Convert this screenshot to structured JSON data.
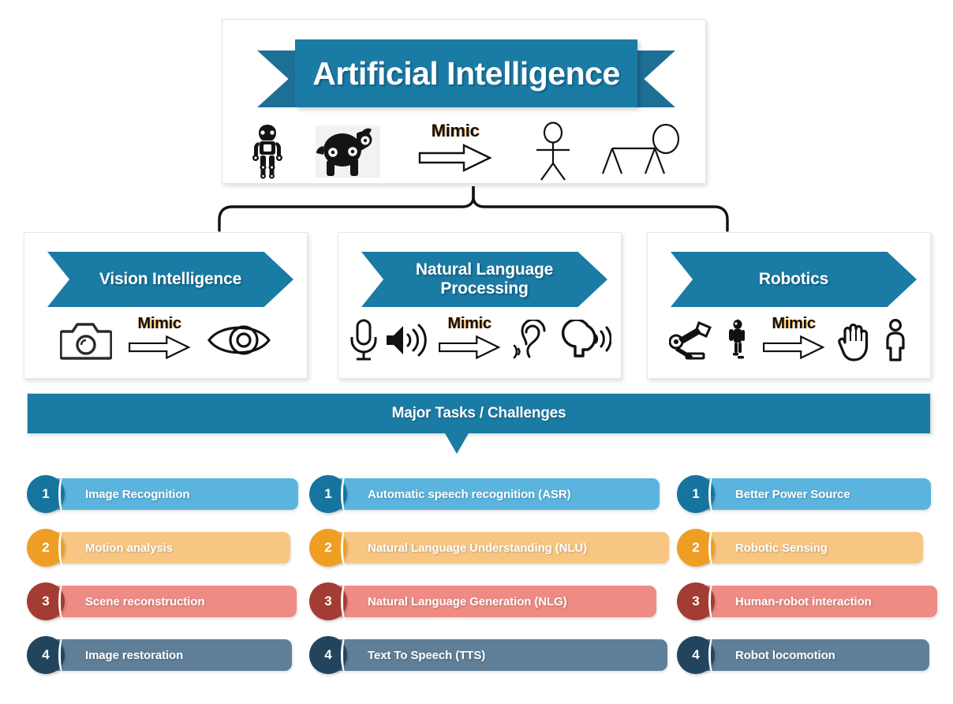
{
  "header": {
    "title": "Artificial Intelligence",
    "mimic_label": "Mimic",
    "icons": [
      {
        "name": "humanoid-robot-icon"
      },
      {
        "name": "robot-dog-icon"
      },
      {
        "name": "stick-figure-person-icon"
      },
      {
        "name": "stick-figure-animal-icon"
      }
    ]
  },
  "categories": [
    {
      "id": "vision",
      "title": "Vision Intelligence",
      "mimic_label": "Mimic",
      "source_icons": [
        "camera-icon"
      ],
      "target_icons": [
        "eye-icon"
      ]
    },
    {
      "id": "nlp",
      "title": "Natural Language Processing",
      "mimic_label": "Mimic",
      "source_icons": [
        "microphone-icon",
        "speaker-icon"
      ],
      "target_icons": [
        "ear-icon",
        "speaking-head-icon"
      ]
    },
    {
      "id": "robotics",
      "title": "Robotics",
      "mimic_label": "Mimic",
      "source_icons": [
        "robot-arm-icon",
        "humanoid-robot-icon"
      ],
      "target_icons": [
        "hand-icon",
        "person-icon"
      ]
    }
  ],
  "tasks_banner": {
    "label": "Major Tasks / Challenges"
  },
  "colors": {
    "brand_blue": "#1a7ba5",
    "brand_blue_dark": "#12536f",
    "ribbon_tail": "#1d6f95",
    "row1_circle": "#17749f",
    "row1_bar": "#5bb4dd",
    "row2_circle": "#ef9e24",
    "row2_bar": "#f7c682",
    "row3_circle": "#a33c33",
    "row3_bar": "#ed8b84",
    "row4_circle": "#22455e",
    "row4_bar": "#5f7f99"
  },
  "task_columns": [
    {
      "id": "vision",
      "items": [
        {
          "number": "1",
          "label": "Image Recognition",
          "circle": "#17749f",
          "bar": "#5bb4dd"
        },
        {
          "number": "2",
          "label": "Motion analysis",
          "circle": "#ef9e24",
          "bar": "#f7c682"
        },
        {
          "number": "3",
          "label": "Scene reconstruction",
          "circle": "#a33c33",
          "bar": "#ed8b84"
        },
        {
          "number": "4",
          "label": "Image restoration",
          "circle": "#22455e",
          "bar": "#5f7f99"
        }
      ]
    },
    {
      "id": "nlp",
      "items": [
        {
          "number": "1",
          "label": "Automatic speech recognition (ASR)",
          "circle": "#17749f",
          "bar": "#5bb4dd"
        },
        {
          "number": "2",
          "label": "Natural Language Understanding (NLU)",
          "circle": "#ef9e24",
          "bar": "#f7c682"
        },
        {
          "number": "3",
          "label": "Natural Language Generation (NLG)",
          "circle": "#a33c33",
          "bar": "#ed8b84"
        },
        {
          "number": "4",
          "label": "Text To Speech (TTS)",
          "circle": "#22455e",
          "bar": "#5f7f99"
        }
      ]
    },
    {
      "id": "robotics",
      "items": [
        {
          "number": "1",
          "label": "Better Power Source",
          "circle": "#17749f",
          "bar": "#5bb4dd"
        },
        {
          "number": "2",
          "label": "Robotic Sensing",
          "circle": "#ef9e24",
          "bar": "#f7c682"
        },
        {
          "number": "3",
          "label": "Human-robot interaction",
          "circle": "#a33c33",
          "bar": "#ed8b84"
        },
        {
          "number": "4",
          "label": "Robot locomotion",
          "circle": "#22455e",
          "bar": "#5f7f99"
        }
      ]
    }
  ]
}
